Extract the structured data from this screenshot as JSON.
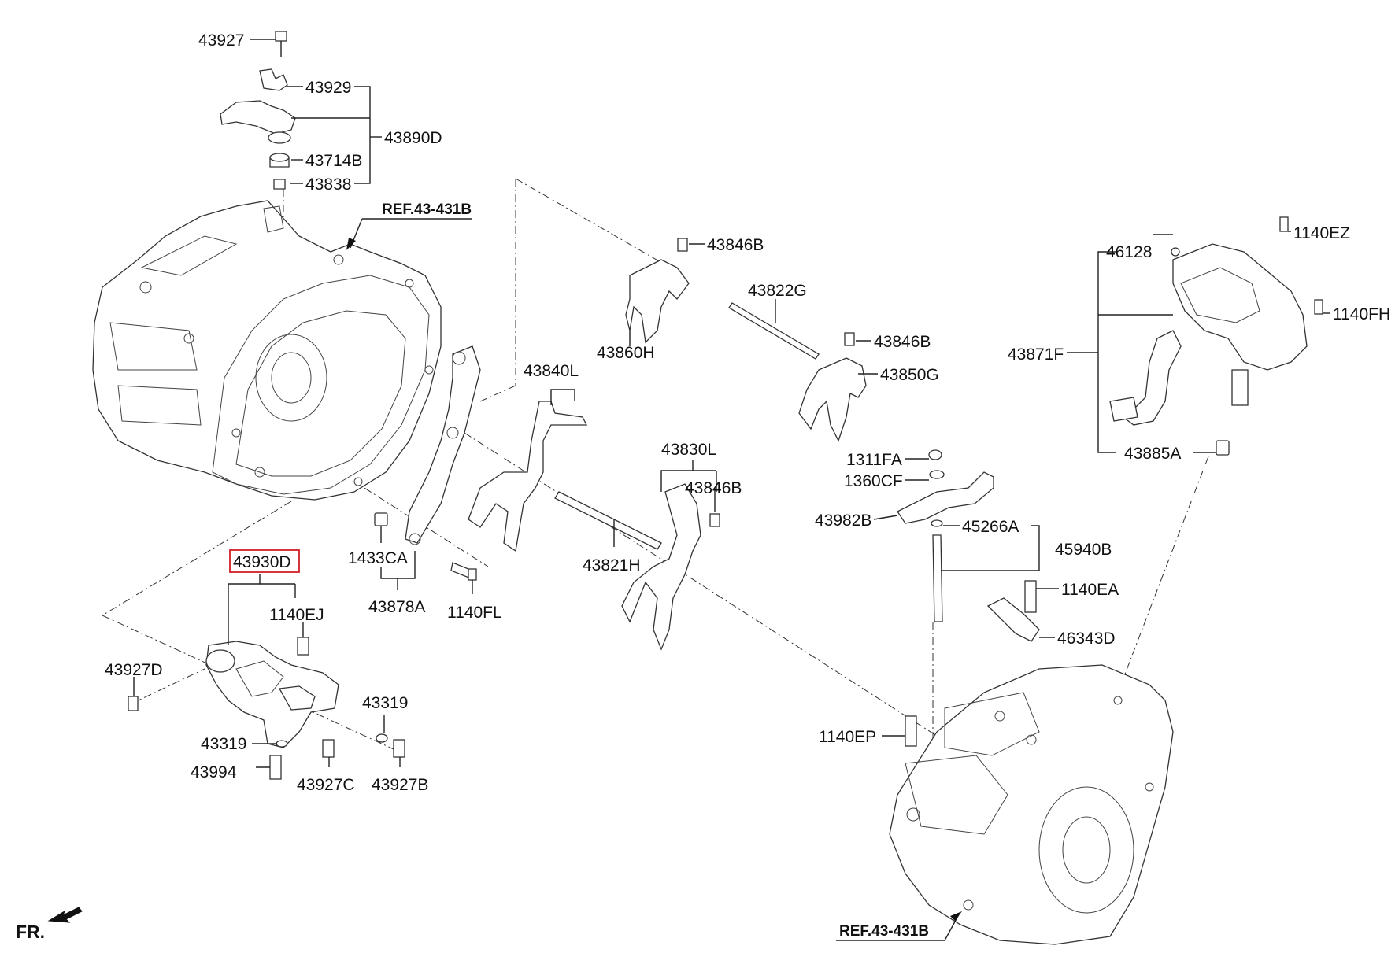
{
  "diagram": {
    "parts": {
      "p43927": "43927",
      "p43929": "43929",
      "p43890D": "43890D",
      "p43714B": "43714B",
      "p43838": "43838",
      "ref_top": "REF.43-431B",
      "p43846B_a": "43846B",
      "p43822G": "43822G",
      "p43860H": "43860H",
      "p43846B_b": "43846B",
      "p43850G": "43850G",
      "p43840L": "43840L",
      "p43830L": "43830L",
      "p43846B_c": "43846B",
      "p1433CA": "1433CA",
      "p43878A": "43878A",
      "p1140FL": "1140FL",
      "p43821H": "43821H",
      "p43930D": "43930D",
      "p1140EJ": "1140EJ",
      "p43927D": "43927D",
      "p43319_a": "43319",
      "p43319_b": "43319",
      "p43994": "43994",
      "p43927C": "43927C",
      "p43927B": "43927B",
      "p46128": "46128",
      "p1140EZ": "1140EZ",
      "p1140FH": "1140FH",
      "p43871F": "43871F",
      "p43885A": "43885A",
      "p1311FA": "1311FA",
      "p1360CF": "1360CF",
      "p43982B": "43982B",
      "p45266A": "45266A",
      "p45940B": "45940B",
      "p1140EA": "1140EA",
      "p46343D": "46343D",
      "p1140EP": "1140EP",
      "ref_bottom": "REF.43-431B"
    },
    "direction_label": "FR.",
    "highlight_color": "#d21f26",
    "highlighted_part": "43930D"
  }
}
